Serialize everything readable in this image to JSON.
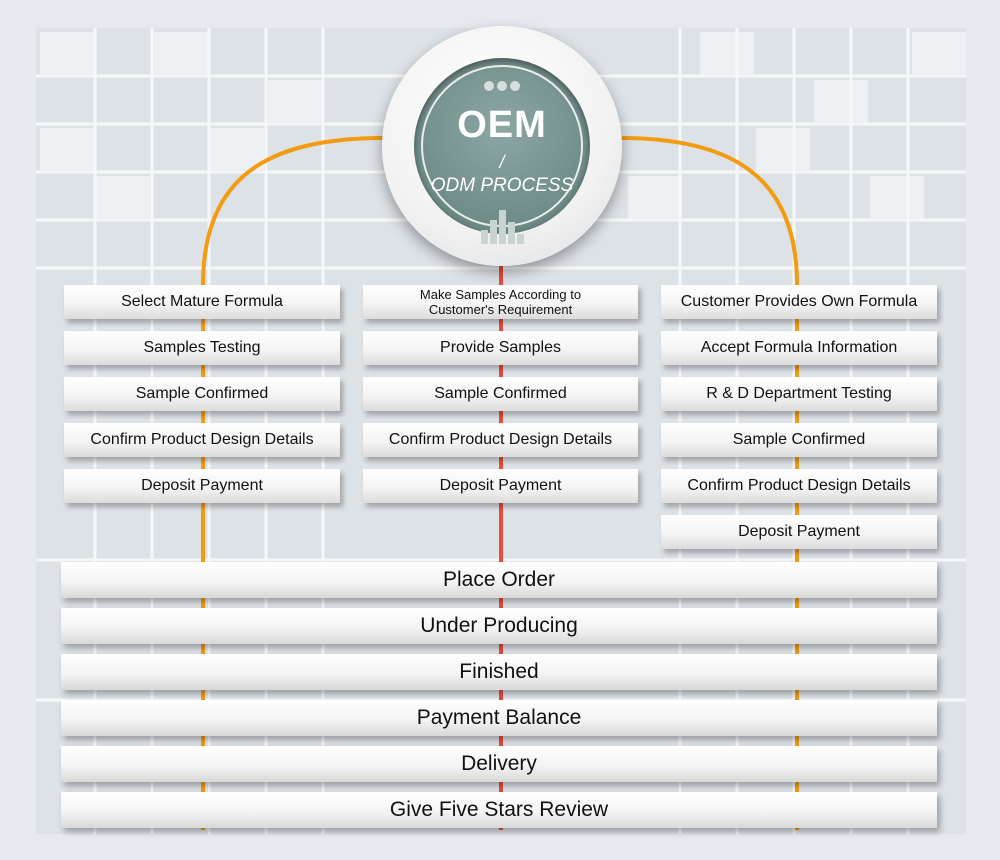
{
  "badge": {
    "title": "OEM",
    "separator": "/",
    "subtitle": "ODM PROCESS"
  },
  "colors": {
    "background": "#e6eaee",
    "arc_line": "#f39c12",
    "center_line": "#e74c3c",
    "badge_inner": "#6f8c89"
  },
  "icons": [
    "dots-icon",
    "bar-chart-icon"
  ],
  "left_steps": [
    "Select Mature Formula",
    "Samples Testing",
    "Sample Confirmed",
    "Confirm Product Design Details",
    "Deposit Payment"
  ],
  "middle_steps": [
    "Make Samples According to Customer's Requirement",
    "Provide Samples",
    "Sample Confirmed",
    "Confirm Product Design Details",
    "Deposit Payment"
  ],
  "right_steps": [
    "Customer Provides Own Formula",
    "Accept Formula Information",
    "R & D Department Testing",
    "Sample Confirmed",
    "Confirm Product Design Details",
    "Deposit Payment"
  ],
  "final_steps": [
    "Place Order",
    "Under Producing",
    "Finished",
    "Payment Balance",
    "Delivery",
    "Give Five Stars Review"
  ]
}
